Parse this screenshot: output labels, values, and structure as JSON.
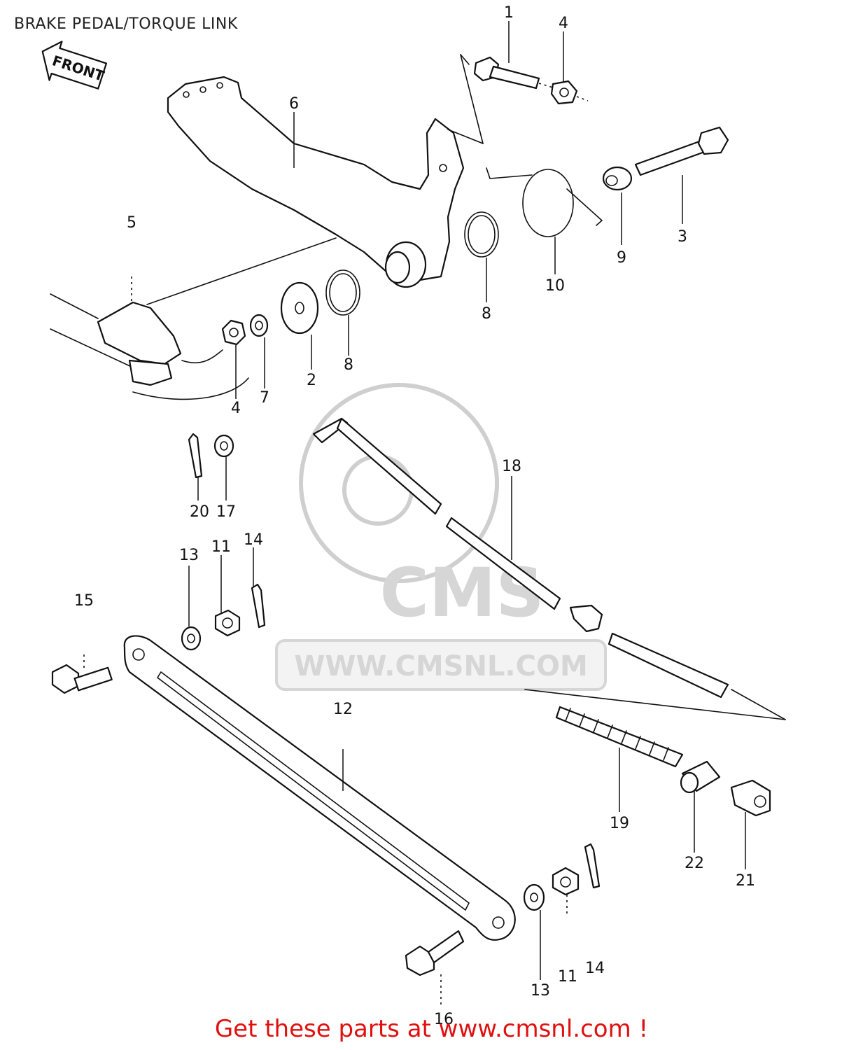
{
  "title": "BRAKE PEDAL/TORQUE LINK",
  "front_arrow_label": "FRONT",
  "watermark": {
    "brand": "CMS",
    "url": "WWW.CMSNL.COM"
  },
  "callouts": {
    "c1": "1",
    "c4a": "4",
    "c6": "6",
    "c3": "3",
    "c9": "9",
    "c10": "10",
    "c5": "5",
    "c8a": "8",
    "c8b": "8",
    "c2": "2",
    "c7": "7",
    "c4b": "4",
    "c20": "20",
    "c17": "17",
    "c18": "18",
    "c13a": "13",
    "c11a": "11",
    "c14a": "14",
    "c15": "15",
    "c12": "12",
    "c19": "19",
    "c22": "22",
    "c21": "21",
    "c13b": "13",
    "c11b": "11",
    "c14b": "14",
    "c16": "16"
  },
  "footer": "Get these parts at www.cmsnl.com !"
}
